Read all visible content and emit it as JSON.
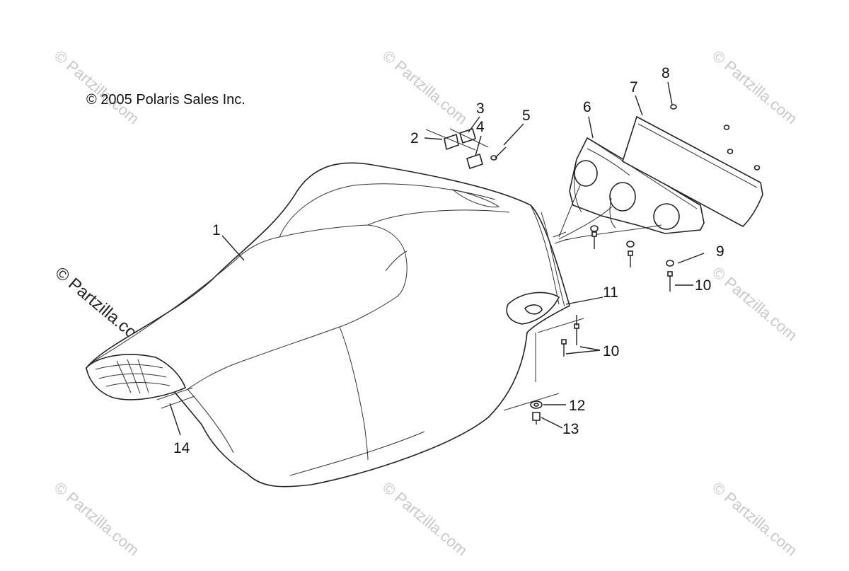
{
  "copyright": "© 2005 Polaris Sales Inc.",
  "watermark": "© Partzilla.com",
  "callouts": {
    "c1": "1",
    "c2": "2",
    "c3": "3",
    "c4": "4",
    "c5": "5",
    "c6": "6",
    "c7": "7",
    "c8": "8",
    "c9": "9",
    "c10a": "10",
    "c10b": "10",
    "c11": "11",
    "c12": "12",
    "c13": "13",
    "c14": "14"
  }
}
